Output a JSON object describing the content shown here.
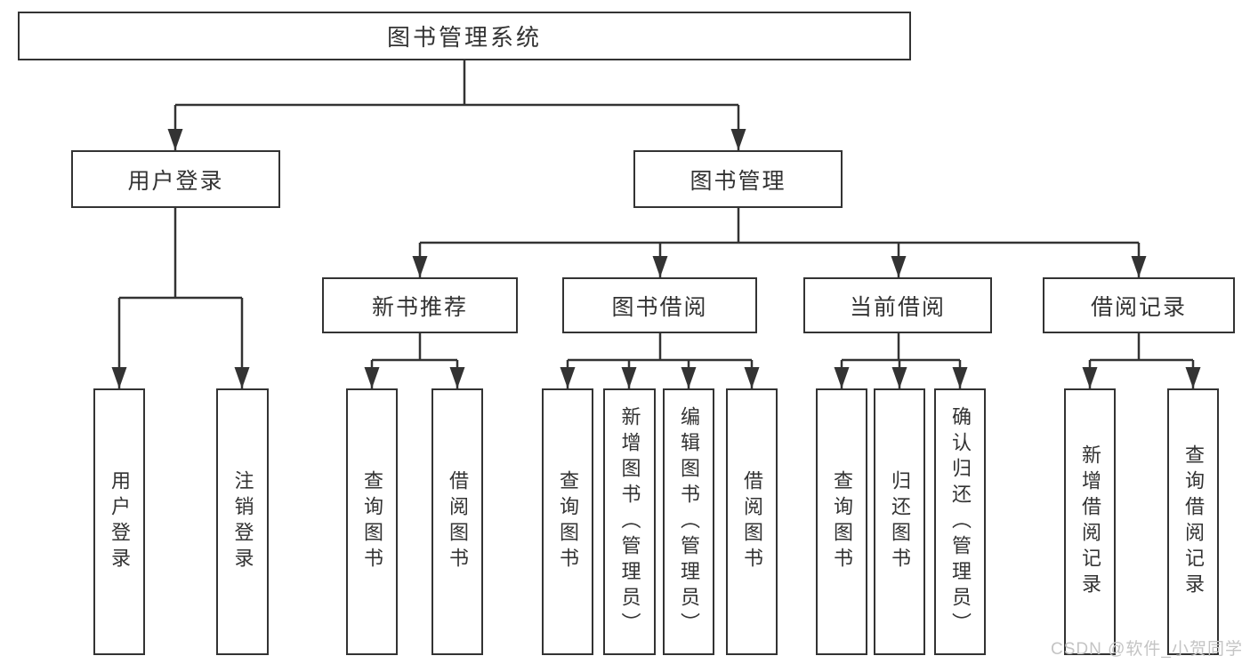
{
  "diagram": {
    "root": {
      "label": "图书管理系统"
    },
    "level2": [
      {
        "label": "用户登录"
      },
      {
        "label": "图书管理"
      }
    ],
    "level3": [
      {
        "label": "新书推荐"
      },
      {
        "label": "图书借阅"
      },
      {
        "label": "当前借阅"
      },
      {
        "label": "借阅记录"
      }
    ],
    "leaves": {
      "user_login": [
        {
          "label": "用户登录"
        },
        {
          "label": "注销登录"
        }
      ],
      "new_book_recommend": [
        {
          "label": "查询图书"
        },
        {
          "label": "借阅图书"
        }
      ],
      "book_borrowing": [
        {
          "label": "查询图书"
        },
        {
          "label": "新增图书（管理员）"
        },
        {
          "label": "编辑图书（管理员）"
        },
        {
          "label": "借阅图书"
        }
      ],
      "current_borrowing": [
        {
          "label": "查询图书"
        },
        {
          "label": "归还图书"
        },
        {
          "label": "确认归还（管理员）"
        }
      ],
      "borrow_records": [
        {
          "label": "新增借阅记录"
        },
        {
          "label": "查询借阅记录"
        }
      ]
    },
    "watermark": "CSDN @软件_小贺同学",
    "colors": {
      "line": "#333333",
      "box_border": "#333333",
      "text": "#333333",
      "watermark": "#c4c4c4",
      "background": "#ffffff"
    }
  }
}
